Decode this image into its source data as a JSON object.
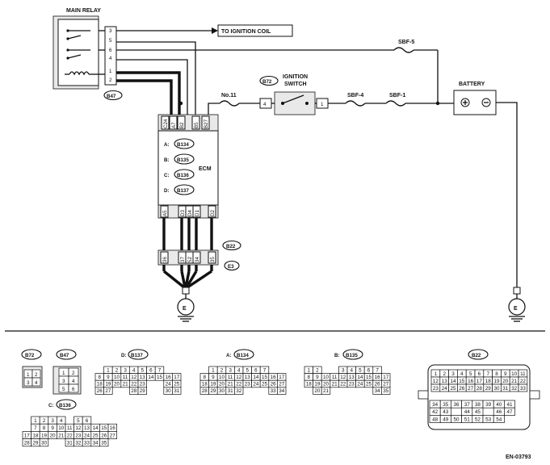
{
  "relay": {
    "title": "MAIN RELAY",
    "pins": [
      "3",
      "5",
      "6",
      "4",
      "1",
      "2"
    ],
    "id": "B47"
  },
  "ignition_coil_label": "TO IGNITION COIL",
  "fuses": {
    "sbf5": "SBF-5",
    "no11": "No.11",
    "sbf4": "SBF-4",
    "sbf1": "SBF-1"
  },
  "ignition_switch": {
    "id": "B72",
    "title_line1": "IGNITION",
    "title_line2": "SWITCH",
    "pin_left": "4",
    "pin_right": "1"
  },
  "battery": {
    "title": "BATTERY"
  },
  "ecm": {
    "label": "ECM",
    "top_pins": [
      "C24",
      "A7",
      "B2",
      "B5",
      "B27"
    ],
    "connectors": [
      {
        "letter": "A:",
        "id": "B134"
      },
      {
        "letter": "B:",
        "id": "B135"
      },
      {
        "letter": "C:",
        "id": "B136"
      },
      {
        "letter": "D:",
        "id": "B137"
      }
    ],
    "bottom_pins": [
      "A5",
      "D3",
      "D4",
      "D1",
      "D2"
    ]
  },
  "b22_connector": {
    "id": "B22",
    "pins": [
      "36",
      "37",
      "52",
      "34",
      "35"
    ]
  },
  "ground_connector": "E3",
  "ground_symbol": "E",
  "connector_views": {
    "b72": {
      "id": "B72",
      "rows": [
        [
          "1",
          "2"
        ],
        [
          "3",
          "4"
        ]
      ]
    },
    "b47": {
      "id": "B47",
      "rows": [
        [
          "1",
          "2"
        ],
        [
          "3",
          "4"
        ],
        [
          "5",
          "6"
        ]
      ]
    },
    "b137": {
      "prefix": "D:",
      "id": "B137",
      "rows": [
        [
          "1",
          "2",
          "3",
          "4",
          "5",
          "6",
          "7"
        ],
        [
          "8",
          "9",
          "10",
          "11",
          "12",
          "13",
          "14",
          "15",
          "16",
          "17"
        ],
        [
          "18",
          "19",
          "20",
          "21",
          "22",
          "23"
        ],
        [
          "26",
          "27",
          "28",
          "29",
          "30",
          "31"
        ]
      ],
      "grid": [
        [
          "",
          "1",
          "2",
          "3",
          "4",
          "5",
          "6",
          "7",
          ""
        ],
        [
          "8",
          "9",
          "10",
          "11",
          "12",
          "13",
          "14",
          "15",
          "16",
          "17"
        ],
        [
          "18",
          "19",
          "20",
          "21",
          "22",
          "23",
          "",
          "",
          "24",
          "25"
        ],
        [
          "26",
          "27",
          "",
          "",
          "28",
          "29",
          "",
          "",
          "30",
          "31"
        ]
      ]
    },
    "b134": {
      "prefix": "A:",
      "id": "B134",
      "rows": [],
      "grid": [
        [
          "",
          "1",
          "2",
          "3",
          "4",
          "5",
          "6",
          "7",
          ""
        ],
        [
          "8",
          "9",
          "10",
          "11",
          "12",
          "13",
          "14",
          "15",
          "16",
          "17"
        ],
        [
          "18",
          "19",
          "20",
          "21",
          "22",
          "23",
          "24",
          "25",
          "26",
          "27"
        ],
        [
          "28",
          "29",
          "30",
          "31",
          "32",
          "",
          "",
          "",
          "33",
          "34"
        ]
      ]
    },
    "b135": {
      "prefix": "B:",
      "id": "B135",
      "rows": [],
      "grid": [
        [
          "1",
          "2",
          "",
          "",
          "3",
          "4",
          "5",
          "6",
          "7",
          ""
        ],
        [
          "8",
          "9",
          "10",
          "11",
          "12",
          "13",
          "14",
          "15",
          "16",
          "17"
        ],
        [
          "18",
          "19",
          "20",
          "21",
          "22",
          "23",
          "24",
          "25",
          "26",
          "27"
        ],
        [
          "",
          "20",
          "21",
          "",
          "",
          "",
          "",
          "",
          "34",
          "35"
        ]
      ]
    },
    "b136": {
      "prefix": "C:",
      "id": "B136",
      "rows": [],
      "grid": [
        [
          "",
          "1",
          "2",
          "3",
          "4",
          "",
          "5",
          "6",
          ""
        ],
        [
          "",
          "7",
          "8",
          "9",
          "10",
          "11",
          "12",
          "13",
          "14",
          "15",
          "16"
        ],
        [
          "17",
          "18",
          "19",
          "20",
          "21",
          "22",
          "23",
          "24",
          "25",
          "26",
          "27"
        ],
        [
          "28",
          "29",
          "30",
          "",
          "",
          "31",
          "32",
          "33",
          "34",
          "35"
        ]
      ]
    },
    "b22": {
      "id": "B22",
      "top": [
        [
          "1",
          "2",
          "3",
          "4",
          "5",
          "6",
          "7",
          "8",
          "9",
          "10",
          "11"
        ],
        [
          "12",
          "13",
          "14",
          "15",
          "16",
          "17",
          "18",
          "19",
          "20",
          "21",
          "22"
        ],
        [
          "23",
          "24",
          "25",
          "26",
          "27",
          "28",
          "29",
          "30",
          "31",
          "32",
          "33"
        ]
      ],
      "bottom": [
        [
          "34",
          "35",
          "36",
          "37",
          "38",
          "39",
          "40",
          "41"
        ],
        [
          "42",
          "43",
          "",
          "44",
          "45",
          "",
          "46",
          "47"
        ],
        [
          "48",
          "49",
          "50",
          "51",
          "52",
          "53",
          "54"
        ]
      ]
    }
  },
  "figure_code": "EN-03793"
}
